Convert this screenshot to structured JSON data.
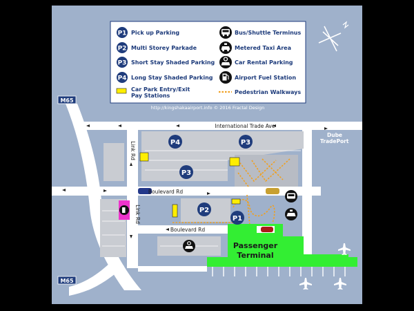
{
  "legend": {
    "left": [
      {
        "badge": "P1",
        "label": "Pick up Parking"
      },
      {
        "badge": "P2",
        "label": "Multi Storey Parkade"
      },
      {
        "badge": "P3",
        "label": "Short Stay Shaded Parking"
      },
      {
        "badge": "P4",
        "label": "Long Stay Shaded Parking"
      }
    ],
    "paystation_label_line1": "Car Park Entry/Exit",
    "paystation_label_line2": "Pay Stations",
    "right": [
      {
        "icon": "bus-icon",
        "label": "Bus/Shuttle Terminus"
      },
      {
        "icon": "taxi-icon",
        "label": "Metered Taxi Area"
      },
      {
        "icon": "car-rental-icon",
        "label": "Car Rental Parking"
      },
      {
        "icon": "fuel-station-icon",
        "label": "Airport Fuel Station"
      }
    ],
    "walkway_label": "Pedestrian Walkways"
  },
  "credit": "http://kingshakaairport.info © 2016 Fractal Design",
  "roads": {
    "international_trade_ave": "International Trade Ave",
    "link_rd": "Link Rd",
    "boulevard_rd": "Boulevard Rd",
    "m65": "M65"
  },
  "dube_tradeport_line1": "Dube",
  "dube_tradeport_line2": "TradePort",
  "parking": {
    "p1": "P1",
    "p2": "P2",
    "p3": "P3",
    "p4": "P4"
  },
  "terminal_line1": "Passenger",
  "terminal_line2": "Terminal",
  "colors": {
    "background": "#9fb1cb",
    "frame": "#000000",
    "road": "#ffffff",
    "lot": "#c9ccd2",
    "badge": "#1f3c7c",
    "terminal": "#33ee33",
    "paystation": "#ffee00",
    "walkway": "#f0a020",
    "fuel": "#ee33cc",
    "compass": "#ffffff"
  }
}
